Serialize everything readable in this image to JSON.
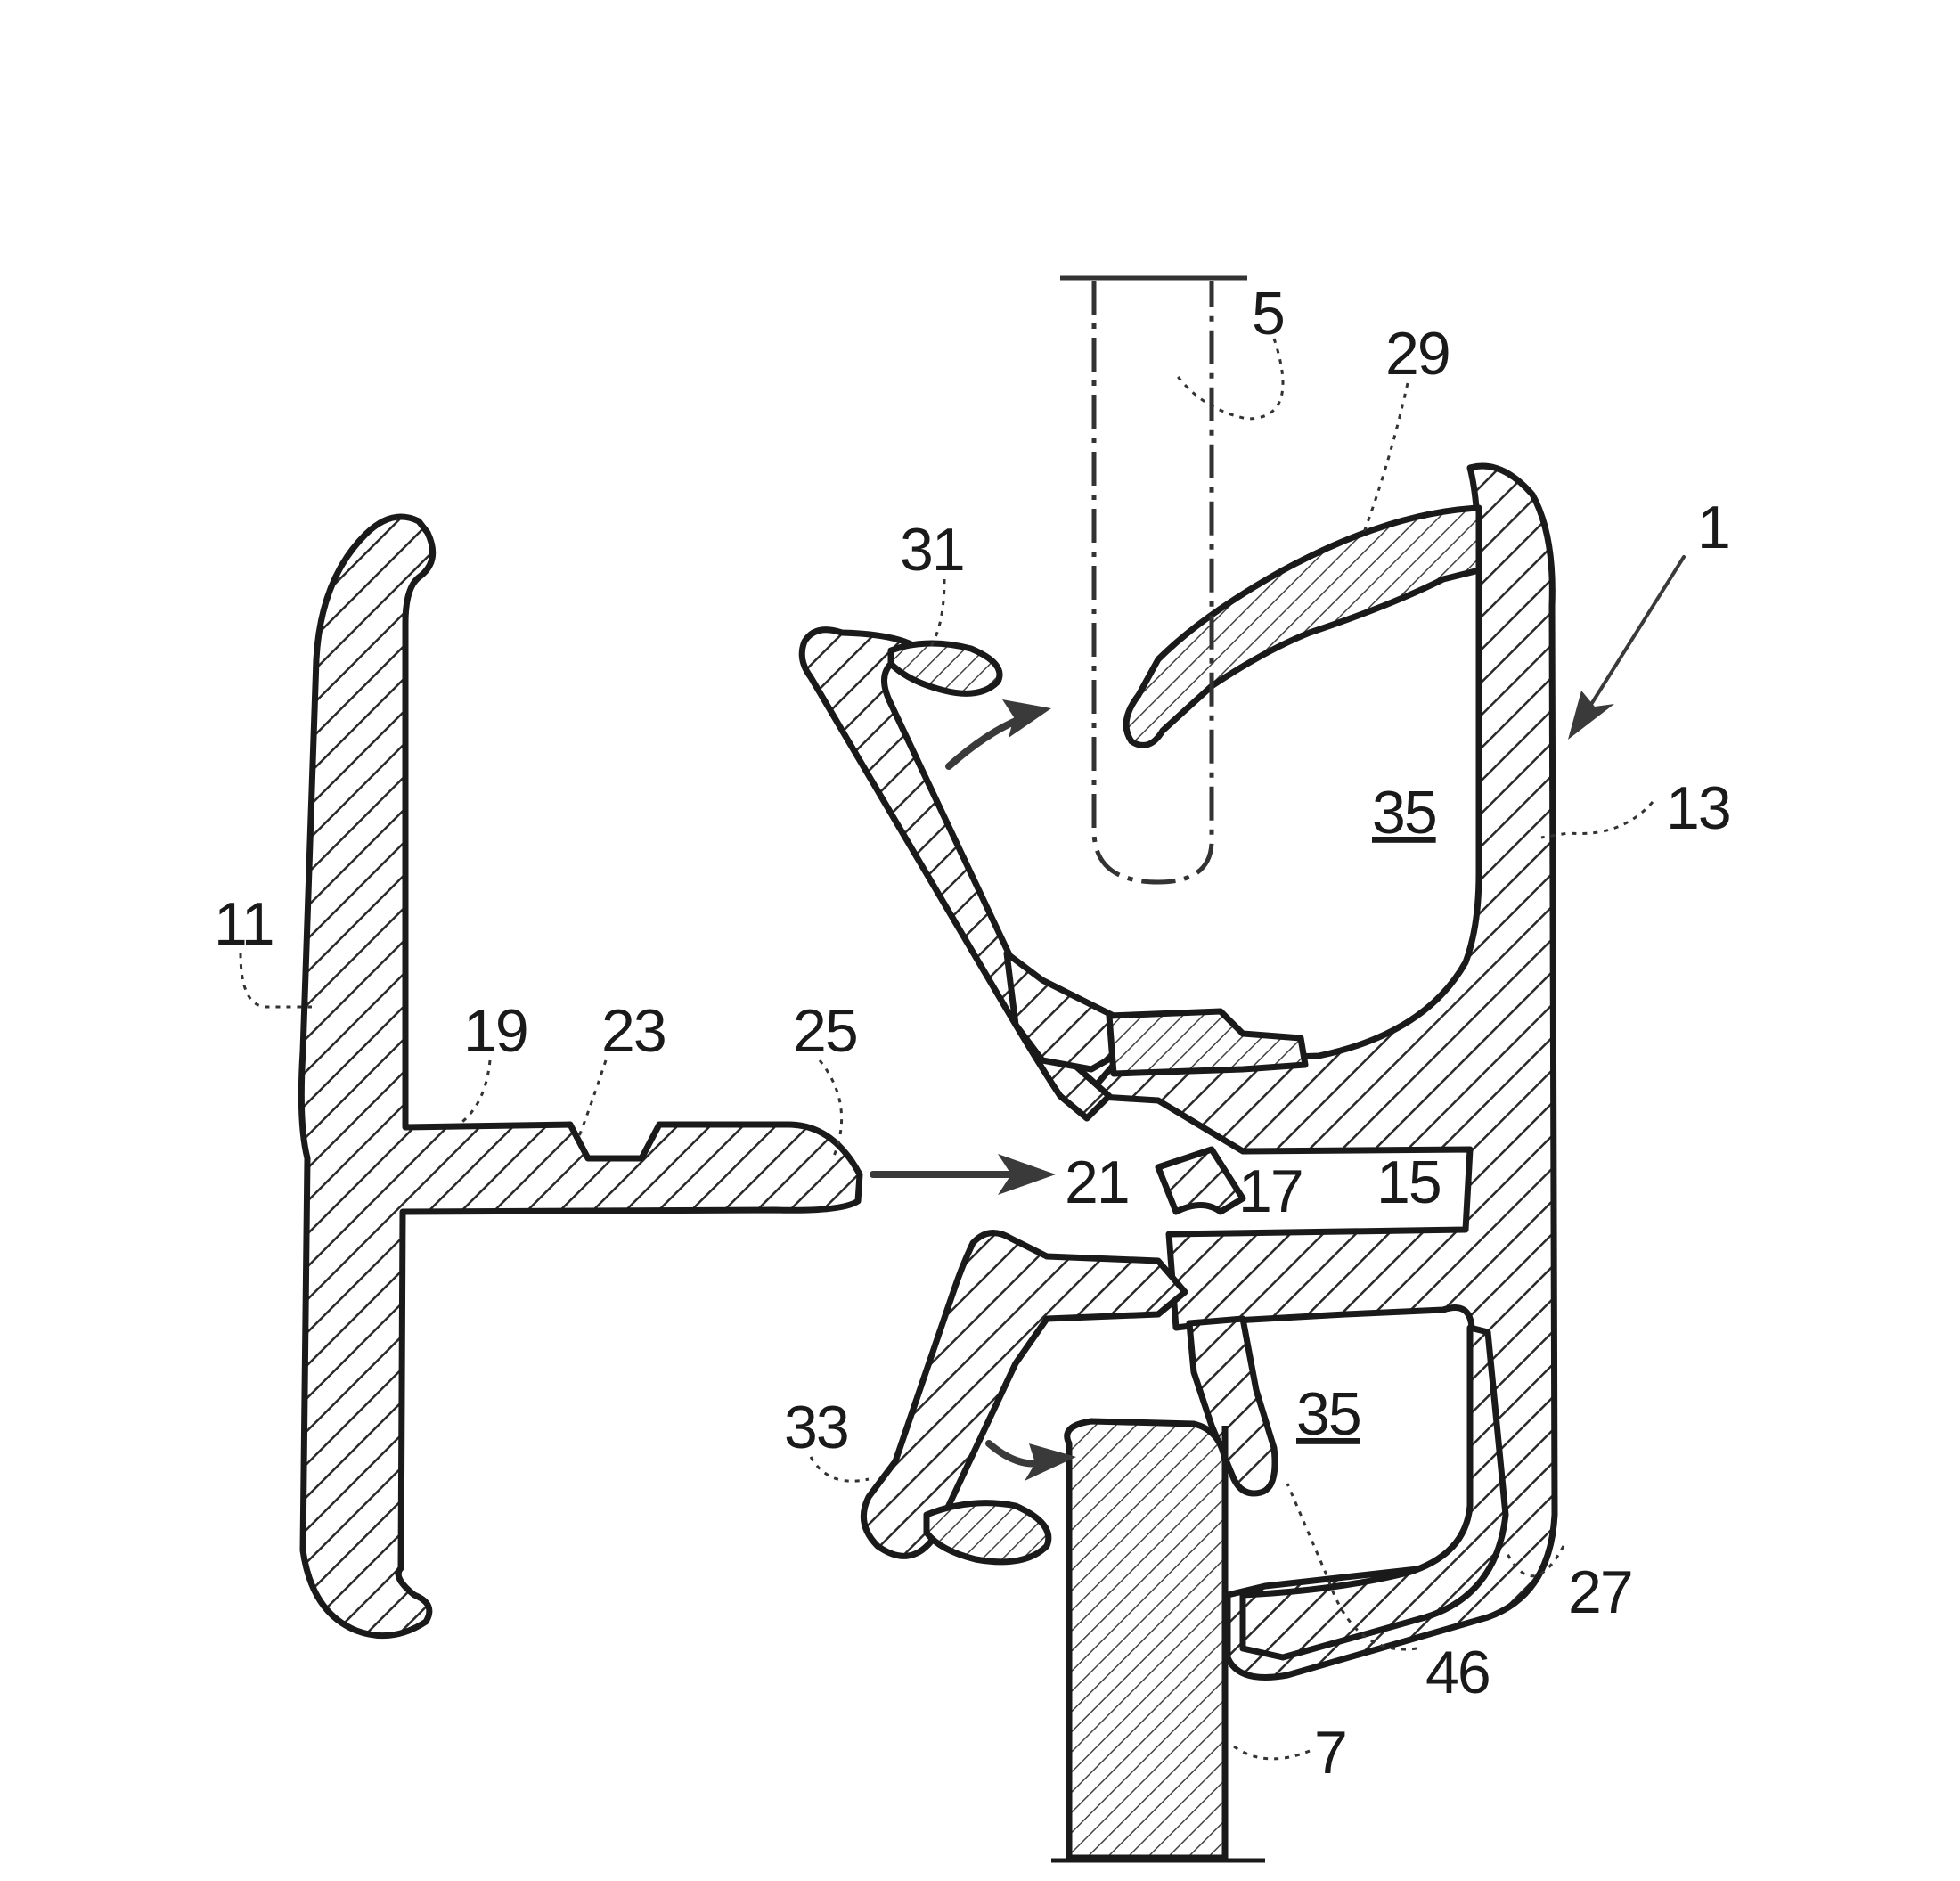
{
  "figure": {
    "reference_numerals": {
      "n1": "1",
      "n5": "5",
      "n7": "7",
      "n11": "11",
      "n13": "13",
      "n15": "15",
      "n17": "17",
      "n19": "19",
      "n21": "21",
      "n23": "23",
      "n25": "25",
      "n27": "27",
      "n29": "29",
      "n31": "31",
      "n33": "33",
      "n35_upper": "35",
      "n35_lower": "35",
      "n46": "46"
    },
    "colors": {
      "ink": "#1a1a1a",
      "hatch": "#2a2a2a",
      "background": "#ffffff"
    }
  }
}
